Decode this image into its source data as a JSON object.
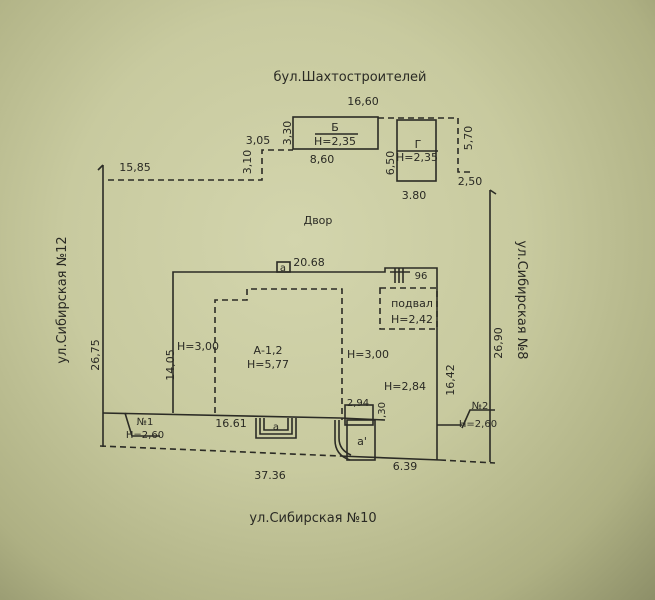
{
  "streets": {
    "top": "бул.Шахтостроителей",
    "left": "ул.Сибирская №12",
    "right": "ул.Сибирская №8",
    "bottom": "ул.Сибирская №10"
  },
  "yard": "Двор",
  "buildings": {
    "b": {
      "name": "Б",
      "height": "H=2,35"
    },
    "g": {
      "name": "Г",
      "height": "H=2,35"
    },
    "a": {
      "name": "А-1,2",
      "height": "H=5,77"
    },
    "basement": {
      "name": "подвал",
      "height": "H=2,42"
    },
    "wing_left": "H=3,00",
    "wing_right": "H=3,00",
    "wing_east": "H=2,84",
    "n1": {
      "name": "№1",
      "height": "H=2,60"
    },
    "n2": {
      "name": "№2",
      "height": "H=2,60"
    }
  },
  "dims": {
    "d1660": "16,60",
    "d330": "3,30",
    "d305": "3,05",
    "d860": "8,60",
    "d650": "6,50",
    "d380": "3.80",
    "d570": "5,70",
    "d250": "2,50",
    "d1585": "15,85",
    "d310": "3,10",
    "d2068": "20.68",
    "d96": "96",
    "d1405": "14,05",
    "d1642": "16,42",
    "d2675": "26,75",
    "d2690": "26,90",
    "d1661": "16.61",
    "d294": "2,94",
    "d30": ",30",
    "d3736": "37.36",
    "d639": "6.39"
  },
  "entrances": {
    "e1": "а",
    "e2": "а'",
    "e3": "а"
  }
}
